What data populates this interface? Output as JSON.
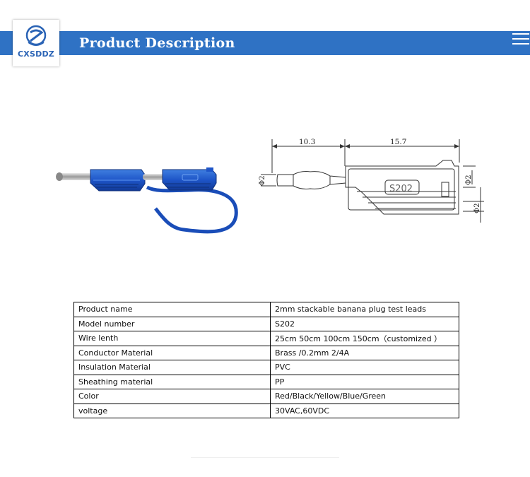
{
  "brand": {
    "logo_text": "CXSDDZ",
    "accent": "#2f72c4"
  },
  "header": {
    "title": "Product Description"
  },
  "drawing": {
    "dim_left": "10.3",
    "dim_right": "15.7",
    "dia_left": "Φ2",
    "dia_right_top": "Φ2",
    "dia_right_bottom": "Φ2",
    "label": "S202"
  },
  "specs": [
    {
      "key": "Product name",
      "value": "2mm stackable banana plug test leads"
    },
    {
      "key": "Model number",
      "value": "S202"
    },
    {
      "key": "Wire lenth",
      "value": "25cm 50cm 100cm 150cm（customized ）"
    },
    {
      "key": "Conductor Material",
      "value": "Brass /0.2mm 2/4A"
    },
    {
      "key": "Insulation Material",
      "value": "PVC"
    },
    {
      "key": "Sheathing material",
      "value": "PP"
    },
    {
      "key": "Color",
      "value": "Red/Black/Yellow/Blue/Green"
    },
    {
      "key": "voltage",
      "value": "30VAC,60VDC"
    }
  ]
}
